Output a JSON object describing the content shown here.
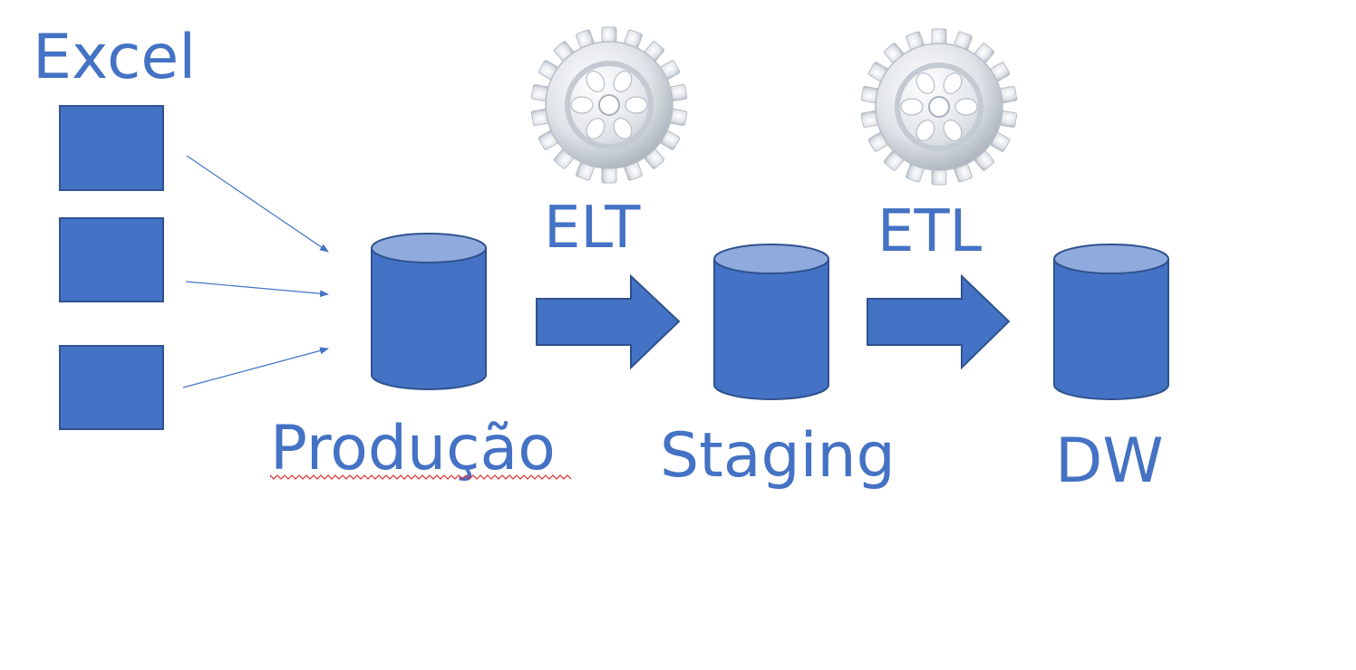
{
  "colors": {
    "shape_fill": "#4472c4",
    "shape_stroke": "#2f528f",
    "cylinder_top": "#8faadc",
    "text": "#4472c4",
    "gear": "#d9dde3",
    "spellcheck_underline": "#e03030"
  },
  "labels": {
    "excel": "Excel",
    "elt": "ELT",
    "etl": "ETL",
    "producao": "Produção",
    "staging": "Staging",
    "dw": "DW"
  },
  "icons": {
    "gear_1": "gear-icon",
    "gear_2": "gear-icon"
  }
}
